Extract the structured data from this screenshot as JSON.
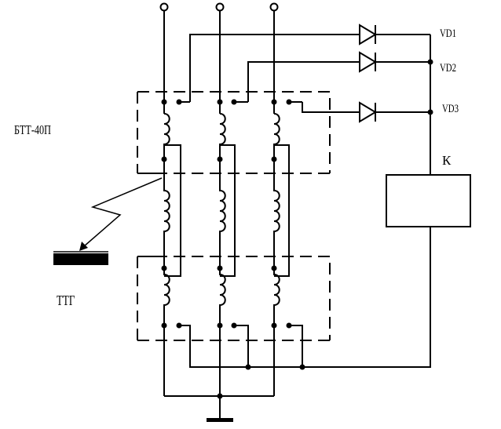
{
  "labels": {
    "transformer": "БТТ-40П",
    "heater": "ТТГ",
    "relay": "К",
    "vd1": "VD1",
    "vd2": "VD2",
    "vd3": "VD3"
  },
  "colors": {
    "line": "#000000",
    "background": "#ffffff"
  }
}
